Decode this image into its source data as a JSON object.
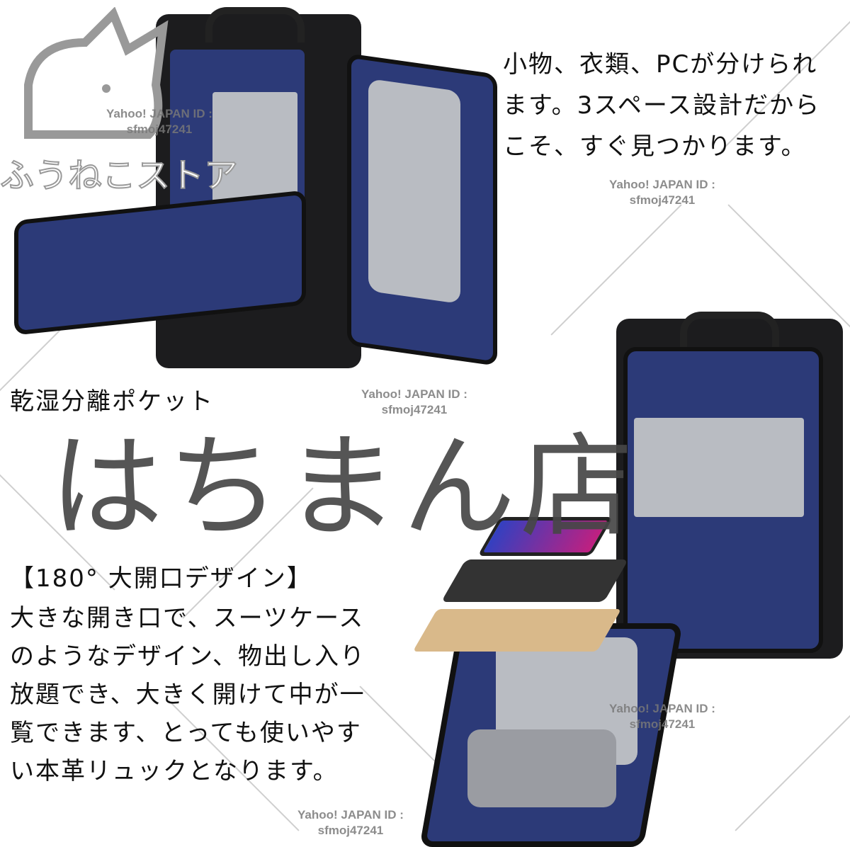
{
  "top_text": [
    "小物、衣類、PCが分けられ",
    "ます。3スペース設計だから",
    "こそ、すぐ見つかります。"
  ],
  "pocket_title": "乾湿分離ポケット",
  "opening_title": "【180° 大開口デザイン】",
  "opening_text": [
    "大きな開き口で、スーツケース",
    "のようなデザイン、物出し入り",
    "放題でき、大きく開けて中が一",
    "覧できます、とっても使いやす",
    "い本革リュックとなります。"
  ],
  "watermark": {
    "shop": "はちまん店",
    "store_logo_text": "ふうねこストア",
    "id_label": "Yahoo! JAPAN ID :",
    "id_value": "sfmoj47241"
  },
  "colors": {
    "leather": "#1c1c1e",
    "lining": "#2c3a78",
    "mesh": "#b9bcc2",
    "watermark": "#555555"
  }
}
